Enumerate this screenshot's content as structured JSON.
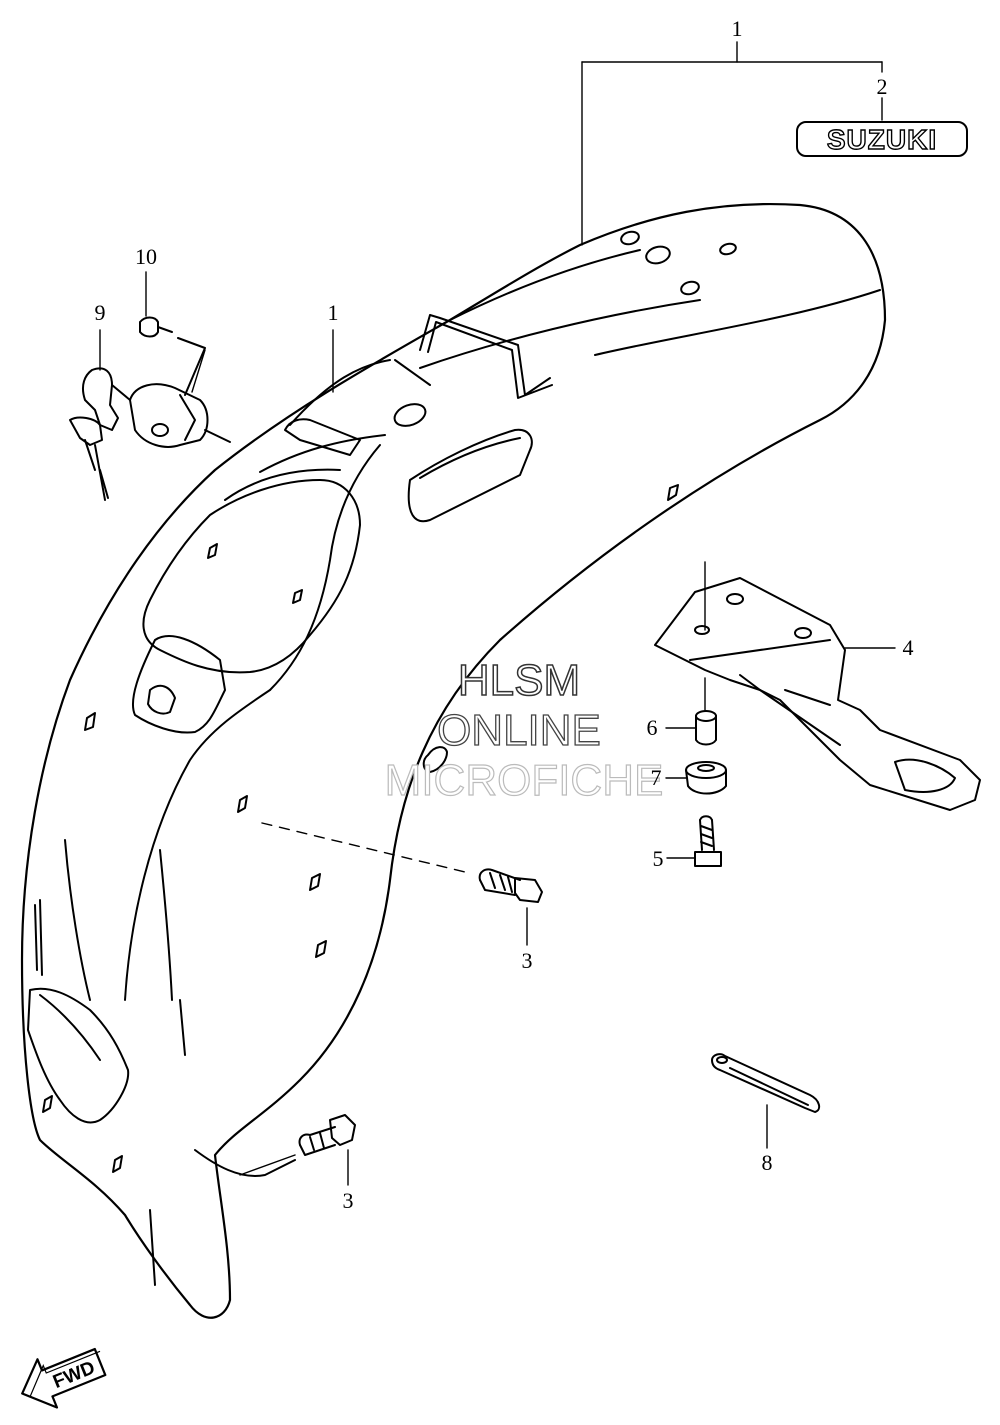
{
  "colors": {
    "line": "#000000",
    "background": "#ffffff",
    "watermark_stroke": "#333333",
    "watermark_faded": "#bbbbbb"
  },
  "watermark": {
    "line1": "HLSM",
    "line2": "ONLINE",
    "line3": "MICROFICHE"
  },
  "emblem": {
    "text": "SUZUKI"
  },
  "fwd_arrow": {
    "text": "FWD",
    "icon": "fwd-arrow-icon"
  },
  "callouts": {
    "c1_top": "1",
    "c1_mid": "1",
    "c2": "2",
    "c3_upper": "3",
    "c3_lower": "3",
    "c4": "4",
    "c5": "5",
    "c6": "6",
    "c7": "7",
    "c8": "8",
    "c9": "9",
    "c10": "10"
  }
}
